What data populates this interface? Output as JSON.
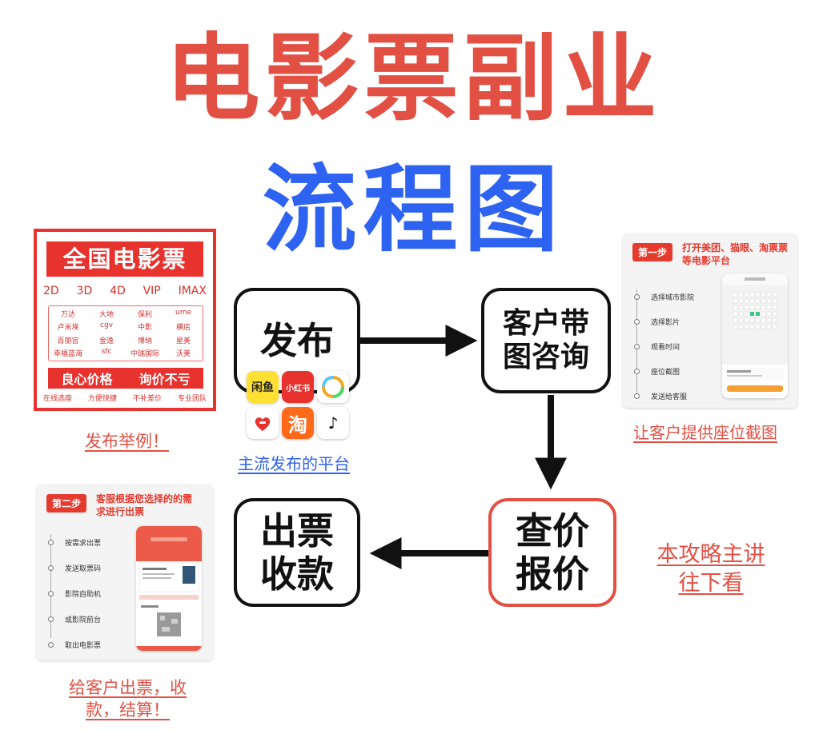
{
  "title": {
    "line1": "电影票副业",
    "line2": "流程图"
  },
  "colors": {
    "red": "#e25044",
    "blue": "#2e62f0",
    "black": "#111111",
    "card_red": "#e8322e"
  },
  "flow": {
    "publish": "发布",
    "consult": "客户带\n图咨询",
    "quote": "查价\n报价",
    "issue": "出票\n收款"
  },
  "platforms": {
    "caption": "主流发布的平台",
    "icons": [
      {
        "icon": "xianyu-icon",
        "label": "闲鱼"
      },
      {
        "icon": "xiaohongshu-icon",
        "label": "小红书"
      },
      {
        "icon": "pinwheel-icon",
        "label": ""
      },
      {
        "icon": "pinduoduo-icon",
        "label": ""
      },
      {
        "icon": "taobao-icon",
        "label": "淘"
      },
      {
        "icon": "douyin-icon",
        "label": "♪"
      }
    ]
  },
  "sample_card": {
    "header": "全国电影票",
    "formats": [
      "2D",
      "3D",
      "4D",
      "VIP",
      "IMAX"
    ],
    "cinemas": [
      "万达",
      "大地",
      "保利",
      "ume",
      "卢米埃",
      "cgv",
      "中影",
      "横店",
      "百丽宫",
      "金逸",
      "博纳",
      "星美",
      "幸福蓝海",
      "sfc",
      "中瑞国际",
      "沃美"
    ],
    "slogan": [
      "良心价格",
      "询价不亏"
    ],
    "features": [
      "在线选座",
      "方便快捷",
      "不补差价",
      "专业团队"
    ],
    "caption": "发布举例！"
  },
  "step1": {
    "badge": "第一步",
    "heading": "打开美团、猫眼、淘票票\n等电影平台",
    "steps": [
      "选择城市影院",
      "选择影片",
      "观看时间",
      "座位截图",
      "发送给客服"
    ],
    "caption": "让客户提供座位截图"
  },
  "step2": {
    "badge": "第二步",
    "heading": "客服根据您选择的的需\n求进行出票",
    "steps": [
      "按需求出票",
      "发送取票码",
      "影院自助机",
      "或影院前台",
      "取出电影票"
    ],
    "caption": "给客户出票，收\n款，结算！"
  },
  "note": {
    "text": "本攻略主讲\n往下看"
  }
}
